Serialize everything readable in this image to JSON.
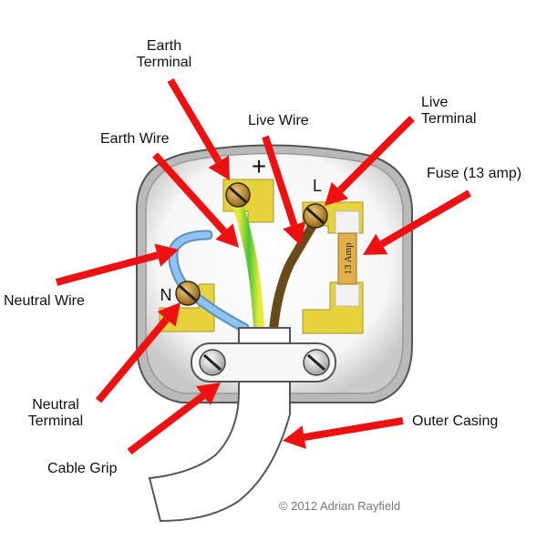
{
  "labels": {
    "earth_terminal": [
      "Earth",
      "Terminal"
    ],
    "live_wire": "Live Wire",
    "live_terminal": [
      "Live",
      "Terminal"
    ],
    "earth_wire": "Earth Wire",
    "fuse": "Fuse (13 amp)",
    "neutral_wire": "Neutral Wire",
    "neutral_terminal": [
      "Neutral",
      "Terminal"
    ],
    "cable_grip": "Cable Grip",
    "outer_casing": "Outer Casing"
  },
  "terminal_marks": {
    "earth": "+",
    "live": "L",
    "neutral": "N"
  },
  "fuse_text": "13 Amp",
  "copyright": "© 2012 Adrian Rayfield",
  "colors": {
    "arrow": "#ee1111",
    "terminal_block": "#e6d23c",
    "neutral_wire": "#7fb6ea",
    "earth_wire_green": "#4cc23a",
    "earth_wire_yellow": "#e5ea3a",
    "live_wire": "#6a4a1a",
    "fuse_body": "#e2b04a"
  }
}
